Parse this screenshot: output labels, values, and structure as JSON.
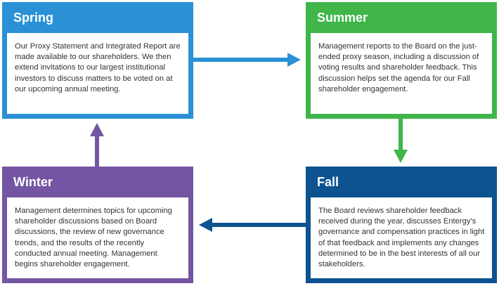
{
  "colors": {
    "spring": "#2a91d6",
    "summer": "#3fb54a",
    "winter": "#7455a3",
    "fall": "#0c5390"
  },
  "cards": {
    "spring": {
      "title": "Spring",
      "text": "Our Proxy Statement and Integrated Report are made available to our shareholders. We then extend invitations to our largest institutional investors to discuss matters to be voted on at our upcoming annual meeting."
    },
    "summer": {
      "title": "Summer",
      "text": "Management reports to the Board on the just-ended proxy season, including a discussion of voting results and shareholder feedback. This discussion helps set the agenda for our Fall shareholder engagement."
    },
    "fall": {
      "title": "Fall",
      "text": "The Board reviews shareholder feedback received during the year, discusses Entergy’s governance and compensation practices in light of that feedback and implements any changes determined to be in the best interests of all our stakeholders."
    },
    "winter": {
      "title": "Winter",
      "text": "Management determines topics for upcoming shareholder discussions based on Board discussions, the review of new governance trends, and the results of the recently conducted annual meeting. Management begins shareholder engagement."
    }
  }
}
